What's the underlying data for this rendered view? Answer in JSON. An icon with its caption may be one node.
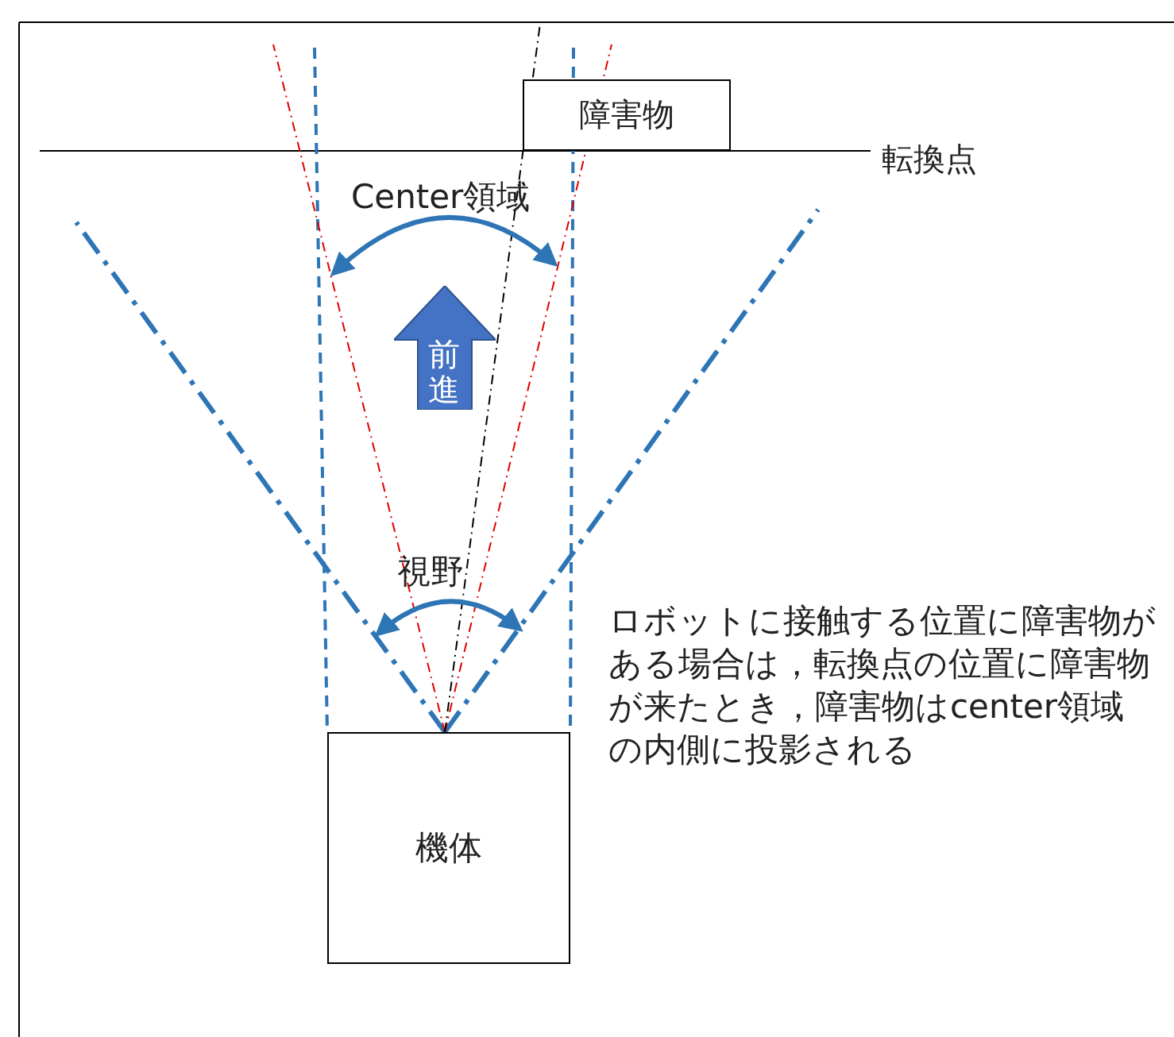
{
  "diagram": {
    "nodes": [
      {
        "text": [
          "障害物"
        ]
      },
      {
        "text": [
          "前進"
        ]
      },
      {
        "text": [
          "機体"
        ]
      }
    ],
    "labels": [
      "転換点",
      "Center領域",
      "視野",
      "ロボットに接触する位置に障害物がある場合は，転換点の位置に障害物が来たとき，障害物はcenter領域の内側に投影される"
    ]
  }
}
